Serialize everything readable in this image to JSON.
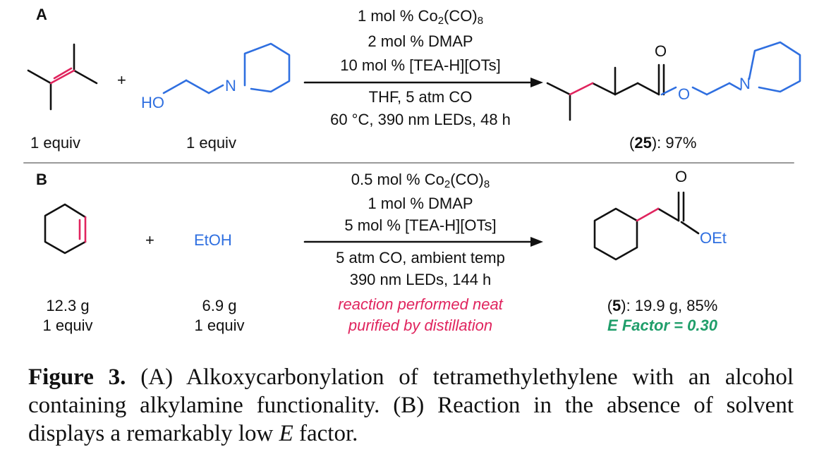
{
  "panel_a": {
    "letter": "A",
    "plus": "+",
    "reagent_hydroxyl": "HO",
    "reagent_n": "N",
    "reactant1_amount": "1 equiv",
    "reactant2_amount": "1 equiv",
    "cond1_pre": "1 mol % Co",
    "cond1_sub1": "2",
    "cond1_mid": "(CO)",
    "cond1_sub2": "8",
    "cond2": "2 mol % DMAP",
    "cond3": "10 mol % [TEA-H][OTs]",
    "cond4": "THF, 5 atm CO",
    "cond5": "60 °C, 390 nm LEDs, 48 h",
    "product_o_carbonyl": "O",
    "product_o_ester": "O",
    "product_n": "N",
    "product_open": "(",
    "product_number": "25",
    "product_yield": "): 97%"
  },
  "panel_b": {
    "letter": "B",
    "plus": "+",
    "alcohol": "EtOH",
    "reactant1_mass": "12.3 g",
    "reactant1_equiv": "1 equiv",
    "reactant2_mass": "6.9 g",
    "reactant2_equiv": "1 equiv",
    "cond1_pre": "0.5 mol % Co",
    "cond1_sub1": "2",
    "cond1_mid": "(CO)",
    "cond1_sub2": "8",
    "cond2": "1 mol % DMAP",
    "cond3": "5 mol % [TEA-H][OTs]",
    "cond4": "5 atm CO, ambient temp",
    "cond5": "390 nm LEDs, 144 h",
    "note1": "reaction performed neat",
    "note2": "purified by distillation",
    "product_o_carbonyl": "O",
    "product_oet": "OEt",
    "product_open": "(",
    "product_number": "5",
    "product_yield": "): 19.9 g, 85%",
    "efactor": "E Factor = 0.30"
  },
  "caption": {
    "label": "Figure 3.",
    "text": "(A) Alkoxycarbonylation of tetramethylethylene with an alcohol containing alkylamine functionality. (B) Reaction in the absence of solvent displays a remarkably low ",
    "emph": "E",
    "tail": " factor."
  },
  "colors": {
    "blue": "#2f6fe0",
    "red": "#e0245e",
    "green": "#1f9e6a",
    "ink": "#111111"
  }
}
